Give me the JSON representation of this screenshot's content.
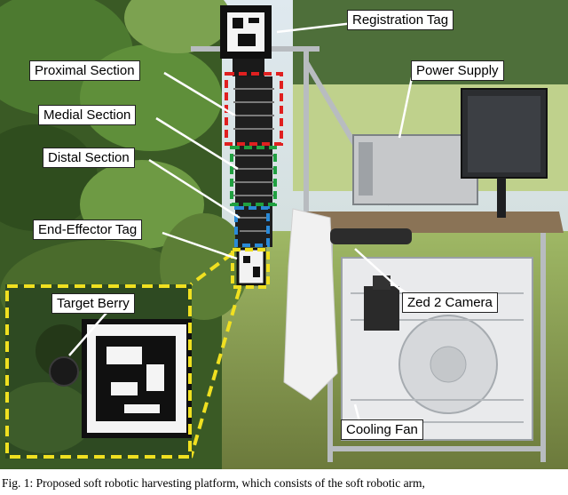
{
  "labels": {
    "registration_tag": "Registration Tag",
    "proximal_section": "Proximal Section",
    "medial_section": "Medial Section",
    "power_supply": "Power Supply",
    "distal_section": "Distal Section",
    "end_effector_tag": "End-Effector Tag",
    "target_berry": "Target Berry",
    "zed2_camera": "Zed 2 Camera",
    "cooling_fan": "Cooling Fan"
  },
  "caption": "Fig. 1: Proposed soft robotic harvesting platform, which consists of the soft robotic arm,",
  "colors": {
    "proximal_box": "#e02020",
    "medial_box": "#20a040",
    "distal_box": "#2a8ad8",
    "end_effector_box": "#f0e020",
    "inset_border": "#f0e020"
  }
}
